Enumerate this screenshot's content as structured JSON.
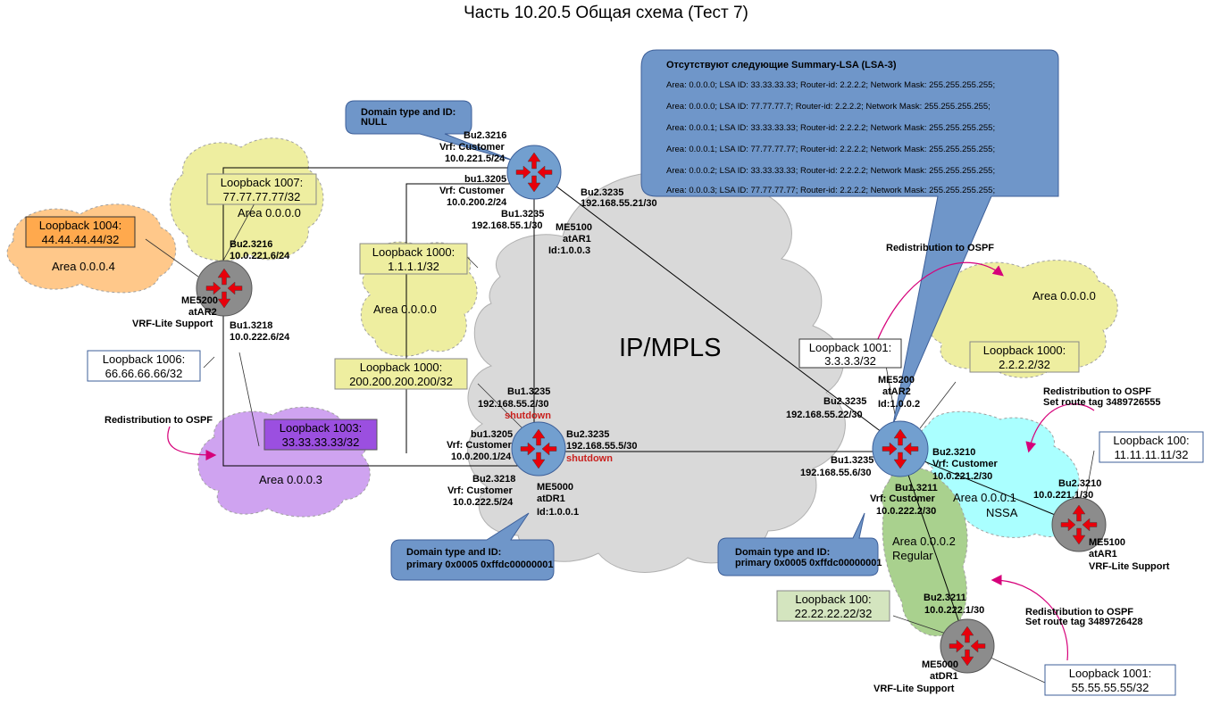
{
  "title": "Часть 10.20.5 Общая схема (Тест 7)",
  "core_label": "IP/MPLS",
  "lsa_box": {
    "heading": "Отсутствуют следующие Summary-LSA (LSA-3)",
    "lines": [
      "Area: 0.0.0.0;  LSA ID: 33.33.33.33; Router-id: 2.2.2.2; Network Mask: 255.255.255.255;",
      "Area: 0.0.0.0;  LSA ID: 77.77.77.7; Router-id: 2.2.2.2; Network Mask: 255.255.255.255;",
      "Area: 0.0.0.1;  LSA ID: 33.33.33.33; Router-id: 2.2.2.2; Network Mask: 255.255.255.255;",
      "Area: 0.0.0.1;  LSA ID: 77.77.77.77; Router-id: 2.2.2.2; Network Mask: 255.255.255.255;",
      "Area: 0.0.0.2;  LSA ID: 33.33.33.33; Router-id: 2.2.2.2; Network Mask: 255.255.255.255;",
      "Area: 0.0.0.3;  LSA ID: 77.77.77.77; Router-id: 2.2.2.2; Network Mask: 255.255.255.255;"
    ]
  },
  "callouts": {
    "domain_null": [
      "Domain type and ID:",
      "NULL"
    ],
    "domain_dr1": [
      "Domain type and ID:",
      "primary 0x0005 0xffdc00000001"
    ],
    "domain_ar2": [
      "Domain type and ID:",
      "primary 0x0005 0xffdc00000001"
    ]
  },
  "areas": {
    "a4": "Area 0.0.0.4",
    "a0_left": "Area 0.0.0.0",
    "a0_mid": "Area 0.0.0.0",
    "a3": "Area 0.0.0.3",
    "a0_right": "Area 0.0.0.0",
    "a1": [
      "Area 0.0.0.1",
      "NSSA"
    ],
    "a2": [
      "Area 0.0.0.2",
      "Regular"
    ]
  },
  "loopbacks": {
    "lb1004": [
      "Loopback 1004:",
      "44.44.44.44/32"
    ],
    "lb1007": [
      "Loopback 1007:",
      "77.77.77.77/32"
    ],
    "lb1000_mid": [
      "Loopback 1000:",
      "1.1.1.1/32"
    ],
    "lb1006": [
      "Loopback 1006:",
      "66.66.66.66/32"
    ],
    "lb1000_dr1": [
      "Loopback 1000:",
      "200.200.200.200/32"
    ],
    "lb1003": [
      "Loopback 1003:",
      "33.33.33.33/32"
    ],
    "lb1001_ar2": [
      "Loopback 1001:",
      "3.3.3.3/32"
    ],
    "lb1000_ar2": [
      "Loopback 1000:",
      "2.2.2.2/32"
    ],
    "lb100_ar1": [
      "Loopback 100:",
      "11.11.11.11/32"
    ],
    "lb100_dr1": [
      "Loopback 100:",
      "22.22.22.22/32"
    ],
    "lb1001_dr1": [
      "Loopback 1001:",
      "55.55.55.55/32"
    ]
  },
  "routers": {
    "ar1": [
      "ME5100",
      "atAR1",
      "Id:1.0.0.3"
    ],
    "ar2_left": [
      "ME5200",
      "atAR2",
      "VRF-Lite Support"
    ],
    "dr1": [
      "ME5000",
      "atDR1",
      "Id:1.0.0.1"
    ],
    "ar2_right": [
      "ME5200",
      "atAR2",
      "Id:1.0.0.2"
    ],
    "ar1_right": [
      "ME5100",
      "atAR1",
      "VRF-Lite Support"
    ],
    "dr1_bottom": [
      "ME5000",
      "atDR1",
      "VRF-Lite Support"
    ]
  },
  "interfaces": {
    "ar1_bu2_3216": [
      "Bu2.3216",
      "Vrf: Customer",
      "10.0.221.5/24"
    ],
    "ar1_bu1_3205": [
      "bu1.3205",
      "Vrf: Customer",
      "10.0.200.2/24"
    ],
    "ar1_bu1_3235": [
      "Bu1.3235",
      "192.168.55.1/30"
    ],
    "ar1_bu2_3235": [
      "Bu2.3235",
      "192.168.55.21/30"
    ],
    "ar2l_bu2_3216": [
      "Bu2.3216",
      "10.0.221.6/24"
    ],
    "ar2l_bu1_3218": [
      "Bu1.3218",
      "10.0.222.6/24"
    ],
    "dr1_bu1_3235": [
      "Bu1.3235",
      "192.168.55.2/30"
    ],
    "dr1_bu1_3205": [
      "bu1.3205",
      "Vrf: Customer",
      "10.0.200.1/24"
    ],
    "dr1_bu2_3235": [
      "Bu2.3235",
      "192.168.55.5/30"
    ],
    "dr1_bu2_3218": [
      "Bu2.3218",
      "Vrf: Customer",
      "10.0.222.5/24"
    ],
    "ar2r_bu2_3235": [
      "Bu2.3235",
      "192.168.55.22/30"
    ],
    "ar2r_bu1_3235": [
      "Bu1.3235",
      "192.168.55.6/30"
    ],
    "ar2r_bu2_3210": [
      "Bu2.3210",
      "Vrf: Customer",
      "10.0.221.2/30"
    ],
    "ar2r_bu1_3211": [
      "Bu1.3211",
      "Vrf: Customer",
      "10.0.222.2/30"
    ],
    "ar1r_bu2_3210": [
      "Bu2.3210",
      "10.0.221.1/30"
    ],
    "dr1b_bu2_3211": [
      "Bu2.3211",
      "10.0.222.1/30"
    ]
  },
  "shutdown": "shutdown",
  "redistribution": {
    "left": [
      "Redistribution to OSPF"
    ],
    "top_right": [
      "Redistribution to OSPF"
    ],
    "right": [
      "Redistribution to OSPF",
      "Set route tag 3489726555"
    ],
    "bottom": [
      "Redistribution to OSPF",
      "Set route tag 3489726428"
    ]
  },
  "colors": {
    "cloud_core": "#d9d9d9",
    "area_yellow": "#eeeea0",
    "area_orange": "#ffc88a",
    "area_purple": "#cfa3f0",
    "area_cyan": "#aaffff",
    "area_green": "#a9d18e",
    "callout": "#6f96c9",
    "router_blue": "#729fcf",
    "router_grey": "#8c8c8c",
    "arrow_red": "#e8000b",
    "magenta": "#d6007a",
    "shutdown_red": "#c9211e"
  }
}
